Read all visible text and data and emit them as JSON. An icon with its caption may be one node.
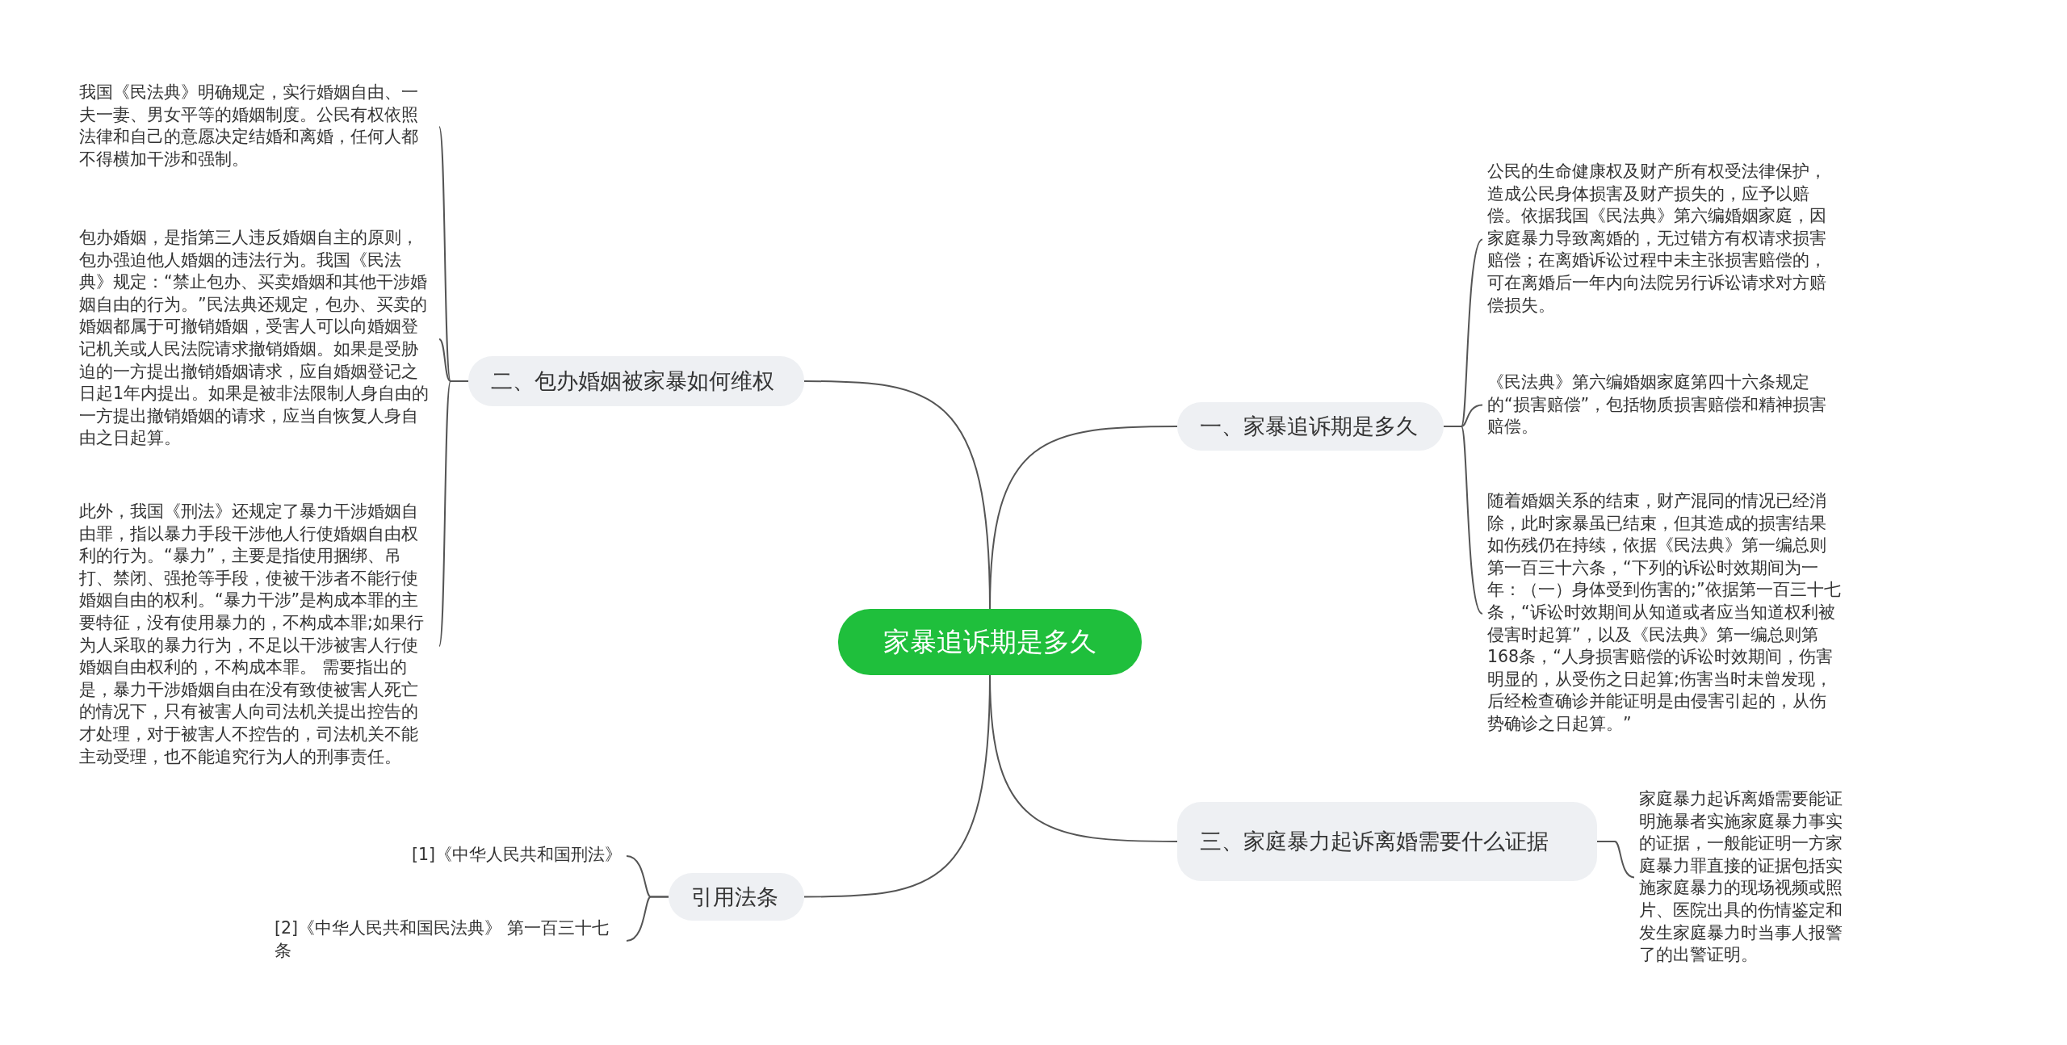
{
  "diagram": {
    "nodes": [
      {
        "text": [
          "家暴追诉期是多久"
        ]
      },
      {
        "text": [
          "一、家暴追诉期是多久"
        ]
      },
      {
        "text": [
          "公民的生命健康权及财产所有权受法律保护，造成公民身体损害及财产损失的，应予以赔偿。依据我国《民法典》第六编婚姻家庭，因家庭暴力导致离婚的，无过错方有权请求损害赔偿；在离婚诉讼过程中未主张损害赔偿的，可在离婚后一年内向法院另行诉讼请求对方赔偿损失。"
        ]
      },
      {
        "text": [
          "《民法典》第六编婚姻家庭第四十六条规定的“损害赔偿”，包括物质损害赔偿和精神损害赔偿。"
        ]
      },
      {
        "text": [
          "随着婚姻关系的结束，财产混同的情况已经消除，此时家暴虽已结束，但其造成的损害结果如伤残仍在持续，依据《民法典》第一编总则第一百三十六条，“下列的诉讼时效期间为一年：（一）身体受到伤害的;”依据第一百三十七条，“诉讼时效期间从知道或者应当知道权利被侵害时起算”，以及《民法典》第一编总则第168条，“人身损害赔偿的诉讼时效期间，伤害明显的，从受伤之日起算;伤害当时未曾发现，后经检查确诊并能证明是由侵害引起的，从伤势确诊之日起算。”"
        ]
      },
      {
        "text": [
          "二、包办婚姻被家暴如何维权"
        ]
      },
      {
        "text": [
          "我国《民法典》明确规定，实行婚姻自由、一夫一妻、男女平等的婚姻制度。公民有权依照法律和自己的意愿决定结婚和离婚，任何人都不得横加干涉和强制。"
        ]
      },
      {
        "text": [
          "包办婚姻，是指第三人违反婚姻自主的原则，包办强迫他人婚姻的违法行为。我国《民法典》规定：“禁止包办、买卖婚姻和其他干涉婚姻自由的行为。”民法典还规定，包办、买卖的婚姻都属于可撤销婚姻，受害人可以向婚姻登记机关或人民法院请求撤销婚姻。如果是受胁迫的一方提出撤销婚姻请求，应自婚姻登记之日起1年内提出。如果是被非法限制人身自由的一方提出撤销婚姻的请求，应当自恢复人身自由之日起算。"
        ]
      },
      {
        "text": [
          "此外，我国《刑法》还规定了暴力干涉婚姻自由罪，指以暴力手段干涉他人行使婚姻自由权利的行为。“暴力”，主要是指使用捆绑、吊打、禁闭、强抢等手段，使被干涉者不能行使婚姻自由的权利。“暴力干涉”是构成本罪的主要特征，没有使用暴力的，不构成本罪;如果行为人采取的暴力行为，不足以干涉被害人行使婚姻自由权利的，不构成本罪。 需要指出的是，暴力干涉婚姻自由在没有致使被害人死亡的情况下，只有被害人向司法机关提出控告的才处理，对于被害人不控告的，司法机关不能主动受理，也不能追究行为人的刑事责任。"
        ]
      },
      {
        "text": [
          "三、家庭暴力起诉离婚需要什么证据"
        ]
      },
      {
        "text": [
          "家庭暴力起诉离婚需要能证明施暴者实施家庭暴力事实的证据，一般能证明一方家庭暴力罪直接的证据包括实施家庭暴力的现场视频或照片、医院出具的伤情鉴定和发生家庭暴力时当事人报警了的出警证明。"
        ]
      },
      {
        "text": [
          "引用法条"
        ]
      },
      {
        "text": [
          "[1]《中华人民共和国刑法》"
        ]
      },
      {
        "text": [
          "[2]《中华人民共和国民法典》 第一百三十七条"
        ]
      }
    ],
    "edges": [
      {
        "from": 0,
        "to": 1,
        "arrow": "none"
      },
      {
        "from": 1,
        "to": 2,
        "arrow": "none"
      },
      {
        "from": 1,
        "to": 3,
        "arrow": "none"
      },
      {
        "from": 1,
        "to": 4,
        "arrow": "none"
      },
      {
        "from": 0,
        "to": 5,
        "arrow": "none"
      },
      {
        "from": 5,
        "to": 6,
        "arrow": "none"
      },
      {
        "from": 5,
        "to": 7,
        "arrow": "none"
      },
      {
        "from": 5,
        "to": 8,
        "arrow": "none"
      },
      {
        "from": 0,
        "to": 9,
        "arrow": "none"
      },
      {
        "from": 9,
        "to": 10,
        "arrow": "none"
      },
      {
        "from": 0,
        "to": 11,
        "arrow": "none"
      },
      {
        "from": 11,
        "to": 12,
        "arrow": "none"
      },
      {
        "from": 11,
        "to": 13,
        "arrow": "none"
      }
    ]
  }
}
